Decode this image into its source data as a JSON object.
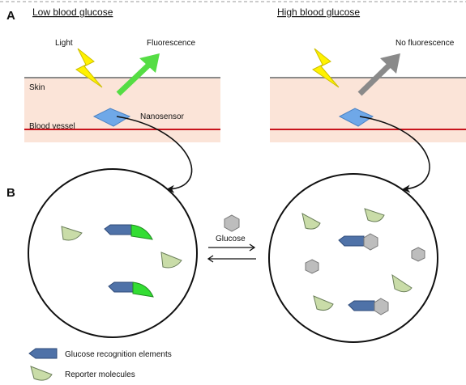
{
  "panel_a": {
    "letter": "A",
    "left": {
      "title": "Low blood glucose",
      "light_label": "Light",
      "emission_label": "Fluorescence",
      "skin_label": "Skin",
      "vessel_label": "Blood vessel",
      "sensor_label": "Nanosensor"
    },
    "right": {
      "title": "High blood glucose",
      "emission_label": "No fluorescence"
    }
  },
  "panel_b": {
    "letter": "B",
    "equilibrium_label": "Glucose"
  },
  "legend": {
    "recognition_label": "Glucose recognition elements",
    "reporter_label": "Reporter molecules"
  },
  "colors": {
    "skin_fill": "#fbe4d8",
    "skin_line": "#8a8a8a",
    "vessel_line": "#c8141c",
    "sensor_fill": "#6fa8e8",
    "recognition_fill": "#4f72a8",
    "reporter_fill": "#c9dca8",
    "bright_reporter_fill": "#33dd33",
    "glucose_fill": "#bdbdbd",
    "lightning_fill": "#fff200",
    "fluorescence_arrow": "#55dd44",
    "no_fluorescence_arrow": "#8a8a8a"
  }
}
